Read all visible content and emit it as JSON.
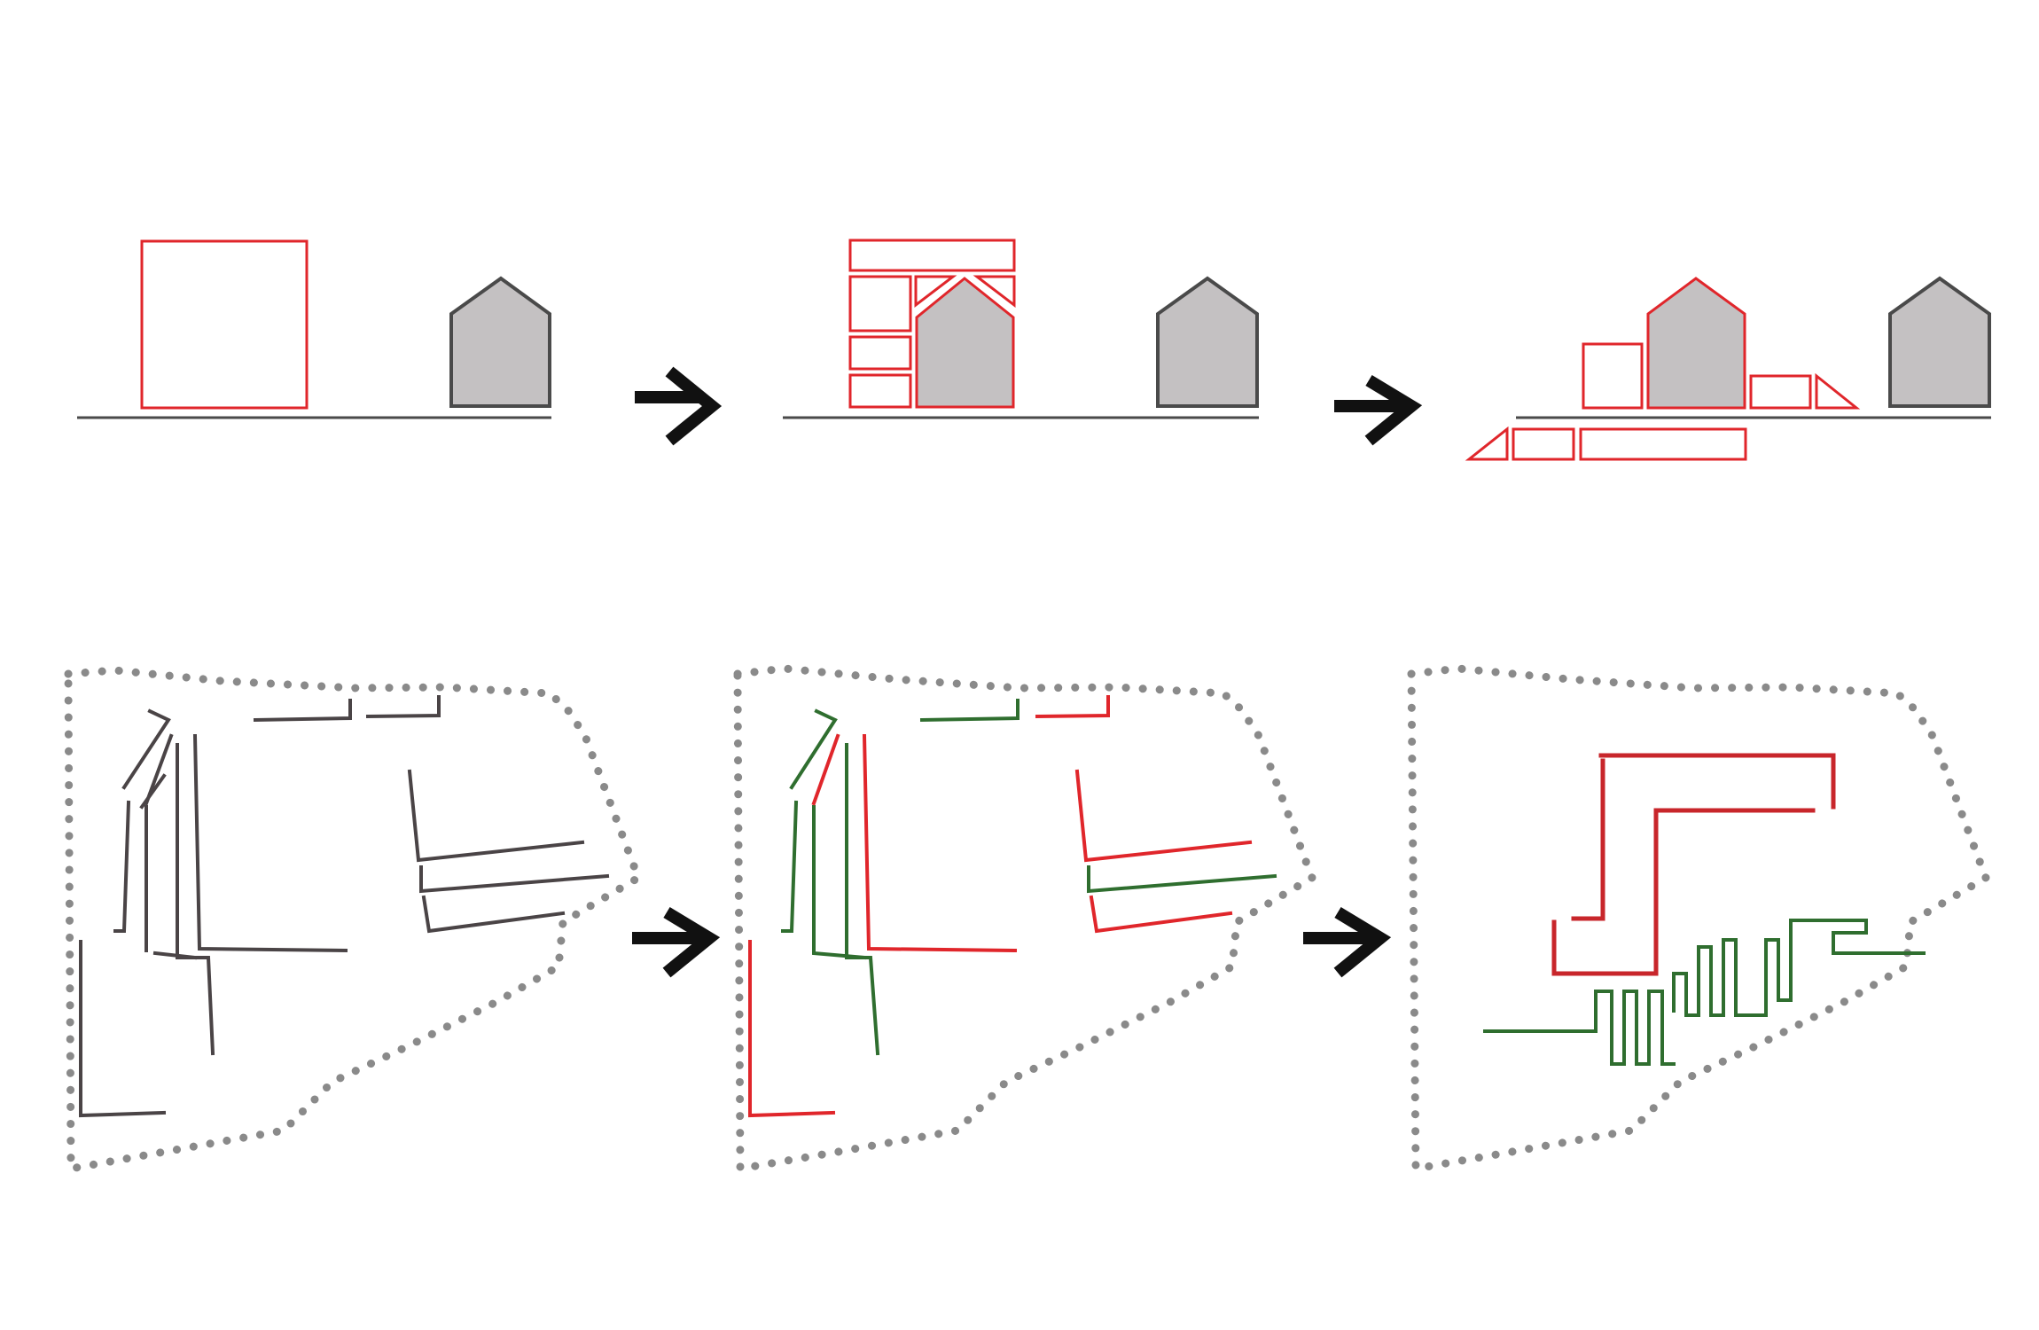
{
  "colors": {
    "red": "#e0262b",
    "dark_red": "#c8262b",
    "green": "#2f6e2f",
    "dark_gray": "#4a4446",
    "house_fill": "#c4c1c2",
    "house_stroke": "#4a4a4a",
    "ground": "#4a4a4a",
    "dots": "#8a8a8a",
    "arrow": "#111111",
    "background": "#ffffff"
  },
  "icons": {
    "arrow": "arrow-right-icon",
    "house": "house-icon"
  },
  "sections": {
    "top_row": {
      "step_count": 3,
      "arrow_count": 2
    },
    "bottom_row": {
      "step_count": 3,
      "arrow_count": 2
    }
  }
}
